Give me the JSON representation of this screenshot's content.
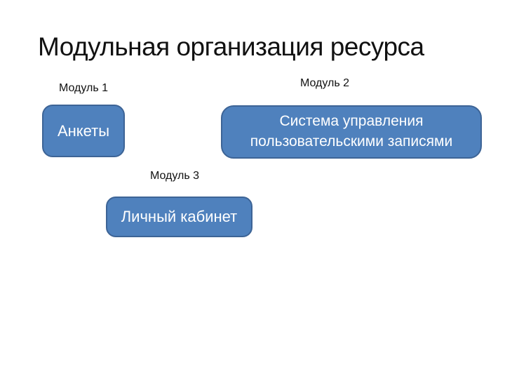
{
  "slide": {
    "title": "Модульная организация ресурса",
    "modules": [
      {
        "label": "Модуль 1",
        "box_text": "Анкеты"
      },
      {
        "label": "Модуль 2",
        "box_text": "Система управления пользовательскими записями"
      },
      {
        "label": "Модуль 3",
        "box_text": "Личный кабинет"
      }
    ],
    "colors": {
      "background": "#ffffff",
      "title_text": "#111111",
      "box_fill": "#4f81bd",
      "box_border": "#3d6496",
      "box_text": "#ffffff"
    }
  }
}
